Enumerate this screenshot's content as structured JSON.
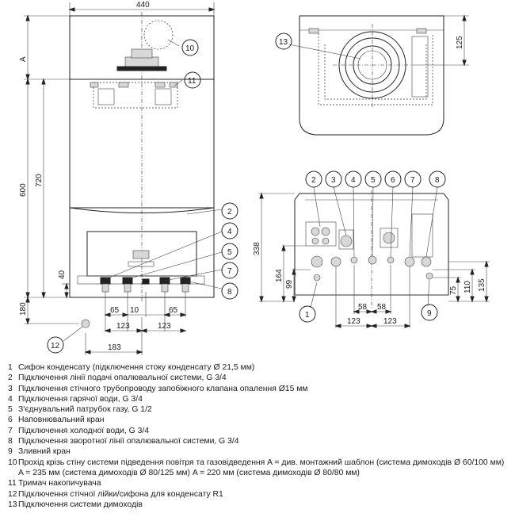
{
  "front_view": {
    "dimensions": {
      "width_top": "440",
      "dim_a": "A",
      "height_600": "600",
      "height_720": "720",
      "dim_40": "40",
      "dim_180": "180",
      "dim_65_left": "65",
      "dim_10": "10",
      "dim_65_right": "65",
      "dim_123_left": "123",
      "dim_123_right": "123",
      "dim_183": "183"
    },
    "callouts": [
      "10",
      "11",
      "2",
      "4",
      "5",
      "7",
      "8",
      "12"
    ]
  },
  "top_view": {
    "dimensions": {
      "dim_125": "125"
    },
    "callouts": [
      "13"
    ]
  },
  "bottom_view": {
    "dimensions": {
      "dim_338": "338",
      "dim_164": "164",
      "dim_99": "99",
      "dim_58_left": "58",
      "dim_58_right": "58",
      "dim_123_left": "123",
      "dim_123_right": "123",
      "dim_135": "135",
      "dim_110": "110",
      "dim_75": "75"
    },
    "callouts": [
      "2",
      "3",
      "4",
      "5",
      "6",
      "7",
      "8",
      "1",
      "9"
    ]
  },
  "legend": [
    {
      "num": "1",
      "text": "Сифон конденсату (підключення стоку конденсату Ø 21,5 мм)"
    },
    {
      "num": "2",
      "text": "Підключення лінії подачі опалювальної системи, G 3/4"
    },
    {
      "num": "3",
      "text": "Підключення стічного трубопроводу запобіжного клапана опалення Ø15 мм"
    },
    {
      "num": "4",
      "text": "Підключення гарячої води, G 3/4"
    },
    {
      "num": "5",
      "text": "З'єднувальний патрубок газу, G 1/2"
    },
    {
      "num": "6",
      "text": "Наповнювальний кран"
    },
    {
      "num": "7",
      "text": "Підключення холодної води, G 3/4"
    },
    {
      "num": "8",
      "text": "Підключення зворотної лінії опалювальної системи, G 3/4"
    },
    {
      "num": "9",
      "text": "Зливний кран"
    },
    {
      "num": "10",
      "text": "Прохід крізь стіну системи підведення повітря та газовідведення A = див. монтажний шаблон (система димоходів Ø 60/100 мм) A = 235 мм (система димоходів Ø 80/125 мм) A = 220 мм (система димоходів Ø 80/80 мм)"
    },
    {
      "num": "11",
      "text": "Тримач накопичувача"
    },
    {
      "num": "12",
      "text": "Підключення стічної лійки/сифона для конденсату R1"
    },
    {
      "num": "13",
      "text": "Підключення системи димоходів"
    }
  ]
}
